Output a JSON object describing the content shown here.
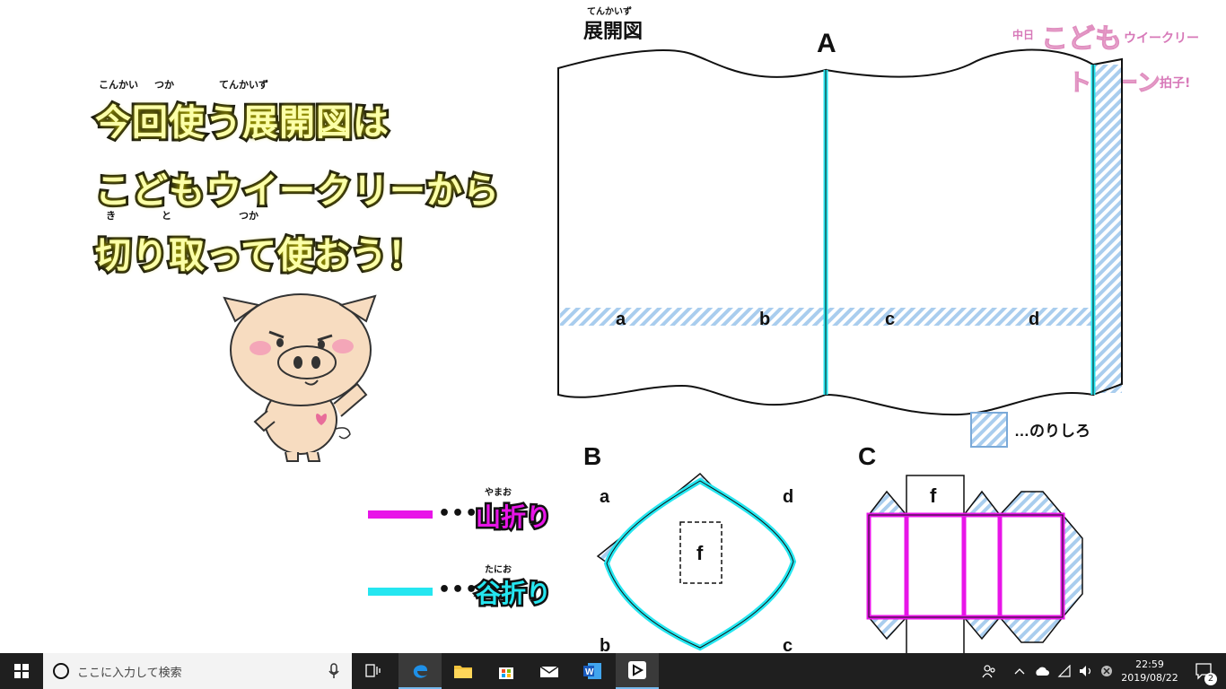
{
  "caption": {
    "line1": "今回使う展開図は",
    "line2": "こどもウイークリーから",
    "line3": "切り取って使おう！",
    "ruby1a": "こんかい",
    "ruby1b": "つか",
    "ruby1c": "てんかいず",
    "ruby3a": "き",
    "ruby3b": "と",
    "ruby3c": "つか"
  },
  "diagram": {
    "title": "展開図",
    "title_ruby": "てんかいず",
    "label_a": "A",
    "label_b": "B",
    "label_c": "C",
    "strip_labels": [
      "a",
      "b",
      "c",
      "d"
    ],
    "b_corner_labels": [
      "a",
      "d",
      "b",
      "c"
    ],
    "f_label": "f",
    "glue_legend": "…のりしろ"
  },
  "legend": {
    "mountain_dots": "•••",
    "mountain_label": "山折り",
    "mountain_ruby": "やまお",
    "valley_dots": "•••",
    "valley_label": "谷折り",
    "valley_ruby": "たにお",
    "mountain_color": "#e815e8",
    "valley_color": "#25e6f0"
  },
  "logo": {
    "small": "中日",
    "big1": "こども",
    "big1_tail": "ウイークリー",
    "big2": "トワーン",
    "big2_tail": "拍子!"
  },
  "taskbar": {
    "search_placeholder": "ここに入力して検索",
    "time": "22:59",
    "date": "2019/08/22",
    "notification_count": "2"
  }
}
